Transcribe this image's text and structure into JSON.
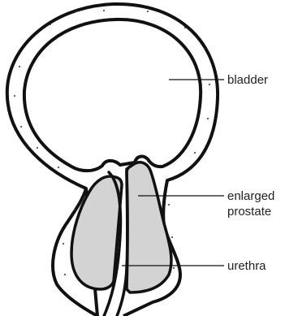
{
  "labels": {
    "bladder": "bladder",
    "prostate_line1": "enlarged",
    "prostate_line2": "prostate",
    "urethra": "urethra"
  },
  "colors": {
    "outline": "#111111",
    "prostate_fill": "#d3d3d3",
    "background": "#ffffff",
    "dots": "#333333"
  }
}
